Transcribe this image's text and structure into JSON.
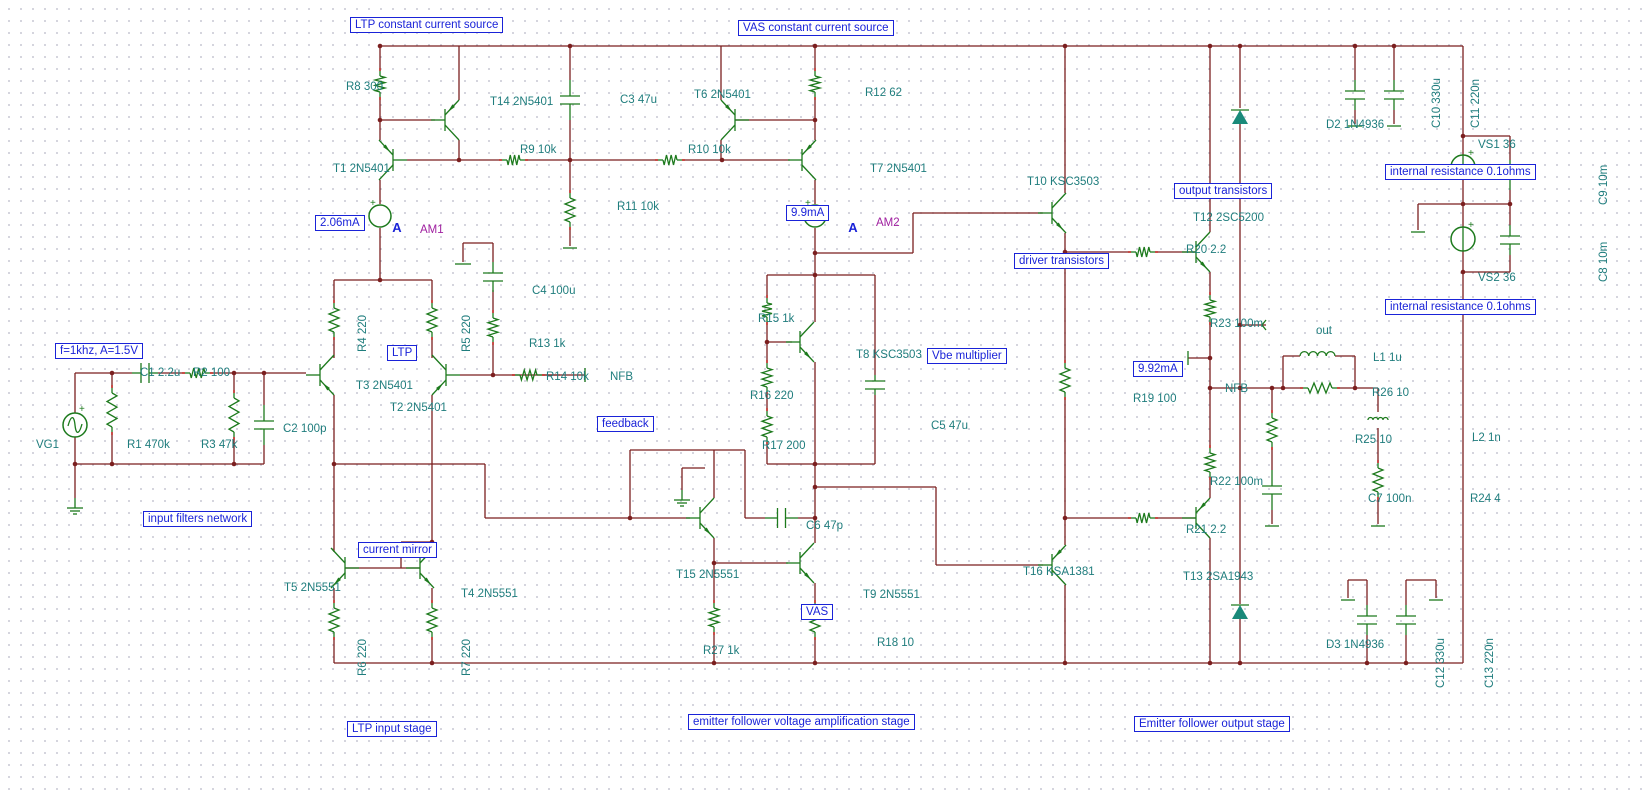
{
  "boxes": {
    "ltp_ccs": "LTP constant current source",
    "vas_ccs": "VAS constant current source",
    "am1_reading": "2.06mA",
    "am2_reading": "9.9mA",
    "vg1_setting": "f=1khz, A=1.5V",
    "ltp": "LTP",
    "feedback": "feedback",
    "input_filters": "input filters network",
    "current_mirror": "current mirror",
    "ltp_input_stage": "LTP input stage",
    "vbe_multiplier": "Vbe multiplier",
    "vas": "VAS",
    "ef_vas": "emitter follower voltage amplification stage",
    "driver_transistors": "driver transistors",
    "output_transistors": "output transistors",
    "r19_current": "9.92mA",
    "ef_output_stage": "Emitter follower output stage",
    "internal_res_1": "internal resistance 0.1ohms",
    "internal_res_2": "internal resistance 0.1ohms"
  },
  "labels": {
    "r8": "R8 300",
    "t14": "T14 2N5401",
    "c3": "C3 47u",
    "t6": "T6 2N5401",
    "r12": "R12 62",
    "t1": "T1 2N5401",
    "r9": "R9 10k",
    "r10": "R10 10k",
    "t7": "T7 2N5401",
    "r11": "R11 10k",
    "am1": "AM1",
    "am2": "AM2",
    "c4": "C4 100u",
    "r4": "R4 220",
    "r5": "R5 220",
    "r13": "R13 1k",
    "c1": "C1 2.2u",
    "r2": "R2 100",
    "t3": "T3 2N5401",
    "t2": "T2 2N5401",
    "r14": "R14 10k",
    "nfb1": "NFB",
    "vg1": "VG1",
    "r1": "R1 470k",
    "r3": "R3 47k",
    "c2": "C2 100p",
    "t5": "T5 2N5551",
    "t4": "T4 2N5551",
    "r6": "R6 220",
    "r7": "R7 220",
    "r15": "R15 1k",
    "t8": "T8 KSC3503",
    "r16": "R16 220",
    "c5": "C5 47u",
    "r17": "R17 200",
    "c6": "C6 47p",
    "t15": "T15 2N5551",
    "t9": "T9 2N5551",
    "r27": "R27 1k",
    "r18": "R18 10",
    "t10": "T10 KSC3503",
    "r19": "R19 100",
    "t16": "T16 KSA1381",
    "t12": "T12 2SC5200",
    "r20": "R20 2.2",
    "r23": "R23 100m",
    "nfb2": "NFB",
    "r22": "R22 100m",
    "r21": "R21 2.2",
    "t13": "T13 2SA1943",
    "d2": "D2 1N4936",
    "d3": "D3 1N4936",
    "out": "out",
    "l1": "L1 1u",
    "r26": "R26 10",
    "r25": "R25 10",
    "l2": "L2 1n",
    "c7": "C7 100n",
    "r24": "R24 4",
    "c10": "C10 330u",
    "c11": "C11 220n",
    "vs1": "VS1 36",
    "c9": "C9 10m",
    "vs2": "VS2 36",
    "c8": "C8 10m",
    "c12": "C12 330u",
    "c13": "C13 220n"
  },
  "meters": {
    "am1_symbol": "A",
    "am2_symbol": "A"
  },
  "icons": {
    "transistor": "bjt-transistor-icon",
    "resistor": "resistor-icon",
    "capacitor": "capacitor-icon",
    "diode": "diode-icon",
    "ground": "ground-icon",
    "ammeter": "ammeter-icon",
    "source": "voltage-source-icon"
  },
  "colors": {
    "wire": "#7b1f1f",
    "component": "#1d7a1d",
    "label": "#1f7d7d",
    "box": "#1a23d8",
    "pin": "#cc2b2b"
  }
}
